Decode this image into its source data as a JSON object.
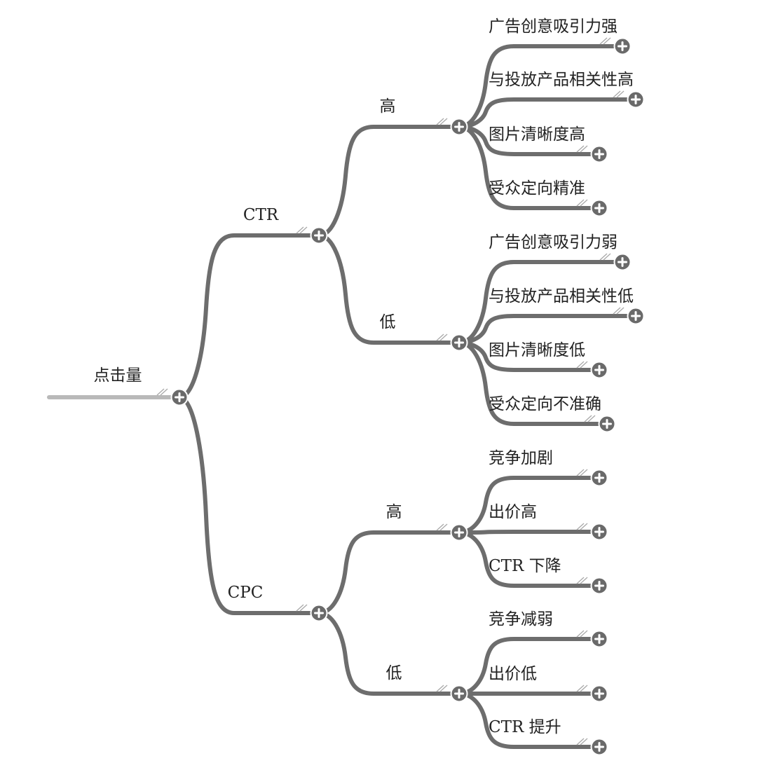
{
  "mindmap": {
    "root": {
      "label": "点击量",
      "children": [
        {
          "label": "CTR",
          "children": [
            {
              "label": "高",
              "children": [
                {
                  "label": "广告创意吸引力强"
                },
                {
                  "label": "与投放产品相关性高"
                },
                {
                  "label": "图片清晰度高"
                },
                {
                  "label": "受众定向精准"
                }
              ]
            },
            {
              "label": "低",
              "children": [
                {
                  "label": "广告创意吸引力弱"
                },
                {
                  "label": "与投放产品相关性低"
                },
                {
                  "label": "图片清晰度低"
                },
                {
                  "label": "受众定向不准确"
                }
              ]
            }
          ]
        },
        {
          "label": "CPC",
          "children": [
            {
              "label": "高",
              "children": [
                {
                  "label": "竞争加剧"
                },
                {
                  "label": "出价高"
                },
                {
                  "label": "CTR 下降"
                }
              ]
            },
            {
              "label": "低",
              "children": [
                {
                  "label": "竞争减弱"
                },
                {
                  "label": "出价低"
                },
                {
                  "label": "CTR 提升"
                }
              ]
            }
          ]
        }
      ]
    }
  }
}
